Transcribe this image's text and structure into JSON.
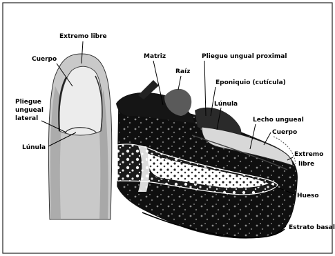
{
  "labels": {
    "extremo_libre_top": "Extremo libre",
    "cuerpo_left": "Cuerpo",
    "pliegue_lateral_1": "Pliegue",
    "pliegue_lateral_2": "ungueal",
    "pliegue_lateral_3": "lateral",
    "lunula_left": "Lúnula",
    "matriz": "Matriz",
    "raiz": "Raíz",
    "pliegue_proximal": "Pliegue ungual proximal",
    "eponiquio": "Eponiquio (cutícula)",
    "lunula_right": "Lúnula",
    "lecho_ungueal": "Lecho ungueal",
    "cuerpo_right": "Cuerpo",
    "extremo_libre_right_1": "Extremo",
    "extremo_libre_right_2": "libre",
    "hueso": "Hueso",
    "estrato_basal": "Estrato basal"
  }
}
